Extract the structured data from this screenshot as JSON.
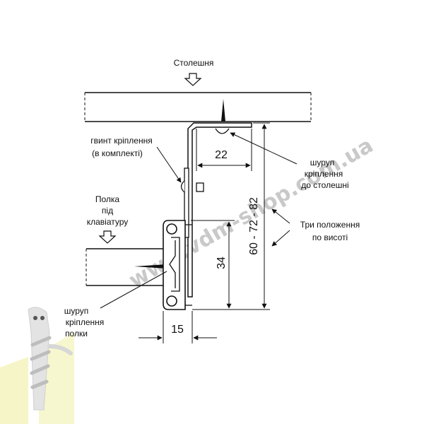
{
  "labels": {
    "countertop": "Столешня",
    "bracket_screw_line1": "гвинт кріплення",
    "bracket_screw_line2": "(в комплекті)",
    "keyboard_shelf_line1": "Полка",
    "keyboard_shelf_line2": "під",
    "keyboard_shelf_line3": "клавіатуру",
    "top_screw_line1": "шуруп",
    "top_screw_line2": "кріплення",
    "top_screw_line3": "до столешні",
    "positions_line1": "Три положення",
    "positions_line2": "по висоті",
    "shelf_screw_line1": "шуруп",
    "shelf_screw_line2": "кріплення",
    "shelf_screw_line3": "полки"
  },
  "dimensions": {
    "bracket_depth": "22",
    "rail_height": "34",
    "height_positions": "60 - 72 - 82",
    "rail_width": "15"
  },
  "watermark": "www.vdm-shop.com.ua",
  "colors": {
    "line": "#111111",
    "watermark": "#c9c9c9",
    "logo_body": "#e0e0e0",
    "logo_bg": "#f5f5c8"
  }
}
